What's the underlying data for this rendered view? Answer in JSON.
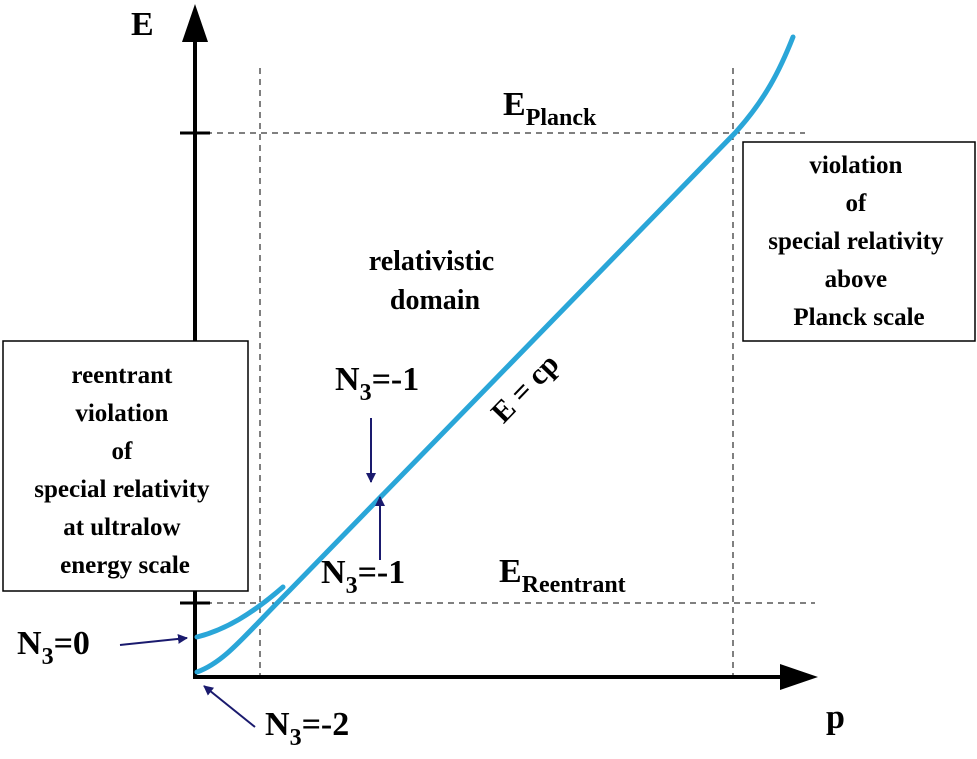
{
  "axes": {
    "y_label": "E",
    "x_label": "p"
  },
  "levels": {
    "planck": {
      "base": "E",
      "sub": "Planck"
    },
    "reentrant": {
      "base": "E",
      "sub": "Reentrant"
    }
  },
  "domain_label": [
    "relativistic",
    "domain"
  ],
  "line_label": "E = cp",
  "boxes": {
    "left": [
      "reentrant",
      "violation",
      "of",
      "special relativity",
      "at ultralow",
      "energy scale"
    ],
    "right": [
      "violation",
      "of",
      "special relativity",
      "above",
      "Planck scale"
    ]
  },
  "annotations": {
    "n3_upper": {
      "base": "N",
      "sub": "3",
      "rest": "=-1"
    },
    "n3_lower": {
      "base": "N",
      "sub": "3",
      "rest": "=-1"
    },
    "n3_zero": {
      "base": "N",
      "sub": "3",
      "rest": "=0"
    },
    "n3_minus2": {
      "base": "N",
      "sub": "3",
      "rest": "=-2"
    }
  },
  "colors": {
    "curve": "#2aa6d8",
    "arrow": "#1a1a6e",
    "axis": "#000000"
  }
}
